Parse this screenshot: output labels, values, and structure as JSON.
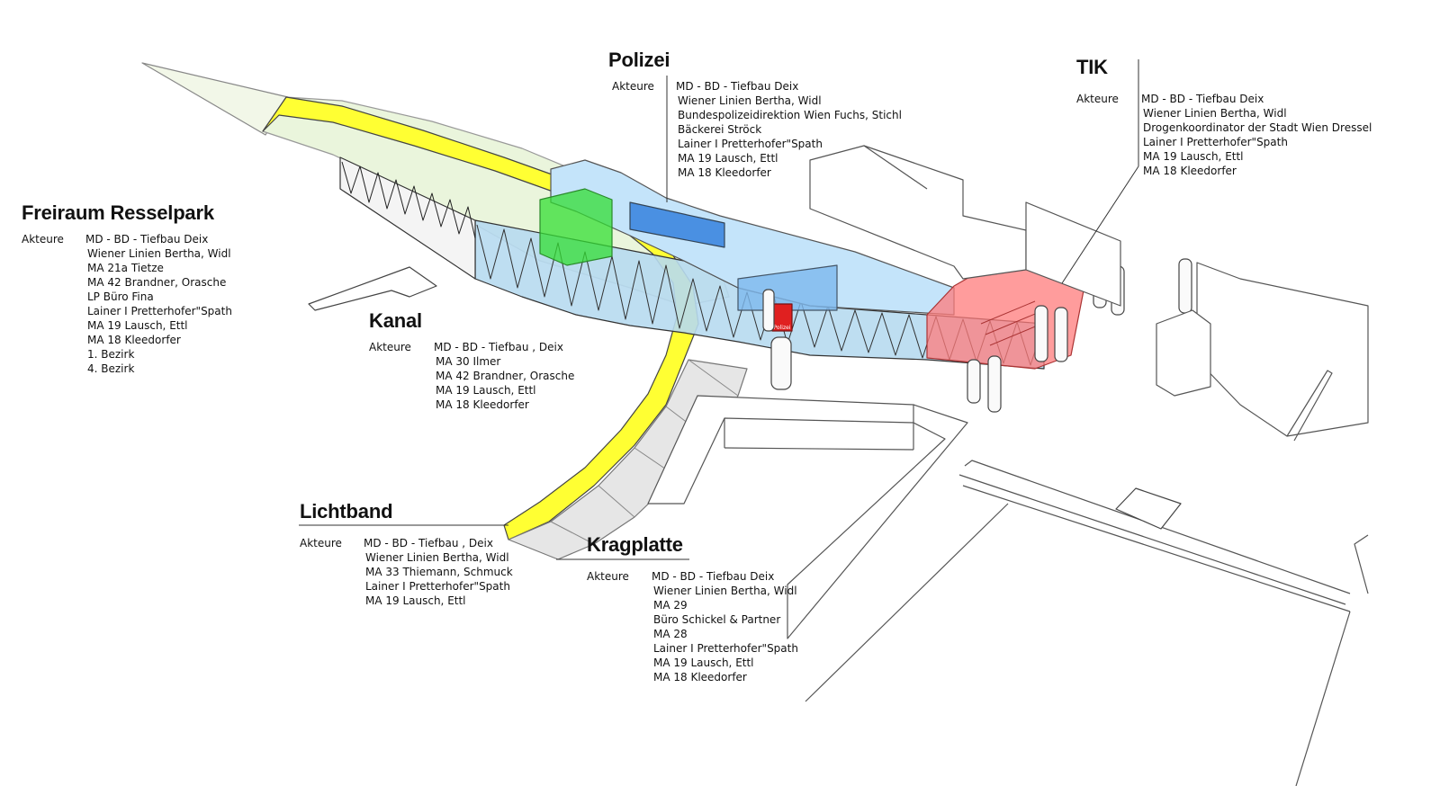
{
  "colors": {
    "highlight": "#ffff33",
    "glass_blue": "#a8d8f5",
    "glass_blue_dark": "#5fa8e6",
    "green": "#33dd33",
    "red": "#ff6b6b",
    "polizei_box": "#e02020"
  },
  "groups": [
    {
      "id": "freiraum",
      "title": "Freiraum Resselpark",
      "label": "Akteure",
      "entries": [
        "MD - BD - Tiefbau  Deix",
        "Wiener Linien   Bertha, Widl",
        "MA 21a  Tietze",
        "MA 42  Brandner, Orasche",
        "LP  Büro Fina",
        "Lainer I Pretterhofer\"Spath",
        "MA 19  Lausch,  Ettl",
        "MA 18  Kleedorfer",
        "1. Bezirk",
        "4. Bezirk"
      ]
    },
    {
      "id": "kanal",
      "title": "Kanal",
      "label": "Akteure",
      "entries": [
        "MD - BD - Tiefbau , Deix",
        "MA 30 Ilmer",
        "MA 42 Brandner, Orasche",
        "MA 19  Lausch,  Ettl",
        "MA 18  Kleedorfer"
      ]
    },
    {
      "id": "polizei",
      "title": "Polizei",
      "label": "Akteure",
      "entries": [
        "MD - BD - Tiefbau   Deix",
        "Wiener Linien   Bertha, Widl",
        "Bundespolizeidirektion Wien     Fuchs, Stichl",
        "Bäckerei Ströck",
        "Lainer I Pretterhofer\"Spath",
        "MA 19  Lausch,  Ettl",
        "MA 18  Kleedorfer"
      ]
    },
    {
      "id": "tik",
      "title": "TIK",
      "label": "Akteure",
      "entries": [
        "MD - BD - Tiefbau    Deix",
        "Wiener Linien   Bertha, Widl",
        "Drogenkoordinator der Stadt Wien    Dressel",
        "Lainer I Pretterhofer\"Spath",
        "MA 19  Lausch,  Ettl",
        "MA 18  Kleedorfer"
      ]
    },
    {
      "id": "lichtband",
      "title": "Lichtband",
      "label": "Akteure",
      "entries": [
        "MD - BD - Tiefbau , Deix",
        "Wiener Linien Bertha, Widl",
        "MA 33 Thiemann, Schmuck",
        "Lainer I Pretterhofer\"Spath",
        "MA 19  Lausch,  Ettl"
      ]
    },
    {
      "id": "kragplatte",
      "title": "Kragplatte",
      "label": "Akteure",
      "entries": [
        "MD - BD - Tiefbau    Deix",
        "Wiener Linien    Bertha, Widl",
        "MA 29",
        "Büro   Schickel & Partner",
        "MA 28",
        "Lainer I Pretterhofer\"Spath",
        "MA 19  Lausch,  Ettl",
        "MA 18  Kleedorfer"
      ]
    }
  ],
  "drawing": {
    "polizei_sign": "Polizei"
  }
}
